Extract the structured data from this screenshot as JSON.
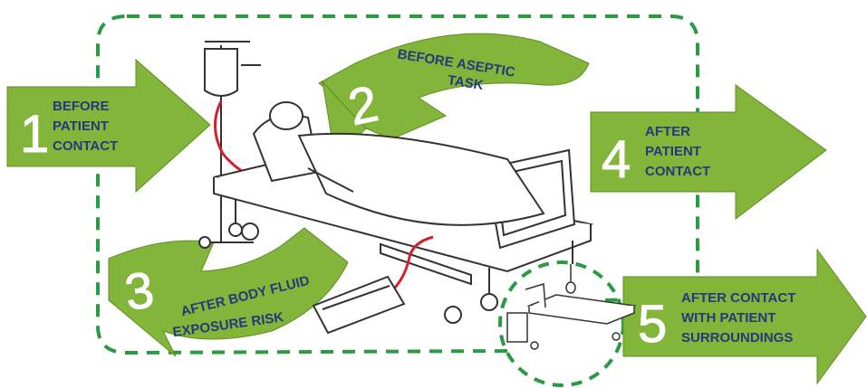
{
  "moments": [
    {
      "number": "1",
      "lines": [
        "BEFORE",
        "PATIENT",
        "CONTACT"
      ]
    },
    {
      "number": "2",
      "lines": [
        "BEFORE ASEPTIC",
        "TASK"
      ]
    },
    {
      "number": "3",
      "lines": [
        "AFTER BODY FLUID",
        "EXPOSURE RISK"
      ]
    },
    {
      "number": "4",
      "lines": [
        "AFTER",
        "PATIENT",
        "CONTACT"
      ]
    },
    {
      "number": "5",
      "lines": [
        "AFTER CONTACT",
        "WITH PATIENT",
        "SURROUNDINGS"
      ]
    }
  ],
  "colors": {
    "arrow_fill": "#82b53a",
    "dashed_border": "#2a9a44",
    "label_text": "#243a7a",
    "tube": "#d81e2b"
  }
}
